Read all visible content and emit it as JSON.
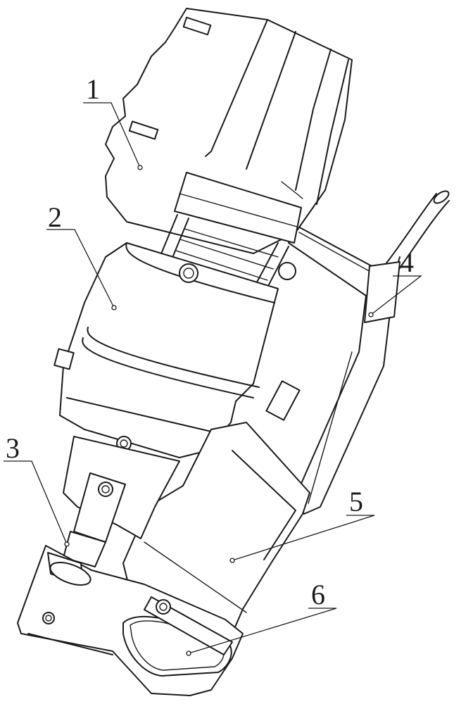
{
  "diagram": {
    "callouts": [
      {
        "id": "1",
        "text": "1"
      },
      {
        "id": "2",
        "text": "2"
      },
      {
        "id": "3",
        "text": "3"
      },
      {
        "id": "4",
        "text": "4"
      },
      {
        "id": "5",
        "text": "5"
      },
      {
        "id": "6",
        "text": "6"
      }
    ]
  },
  "colors": {
    "line": "#1a1a1a",
    "background": "#ffffff"
  }
}
